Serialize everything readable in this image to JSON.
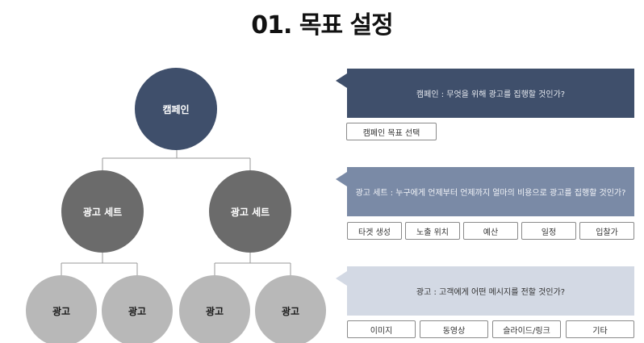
{
  "title": "01. 목표 설정",
  "tree": {
    "campaign": "캠페인",
    "adsets": [
      "광고 세트",
      "광고 세트"
    ],
    "ads": [
      "광고",
      "광고",
      "광고",
      "광고"
    ]
  },
  "panels": [
    {
      "text": "캠페인 : 무엇을 위해 광고를 집행할 것인가?",
      "options": [
        "캠페인 목표 선택"
      ]
    },
    {
      "text": "광고 세트 : 누구에게 언제부터 언제까지 얼마의 비용으로 광고를 집행할 것인가?",
      "options": [
        "타겟 생성",
        "노출 위치",
        "예산",
        "일정",
        "입찰가"
      ]
    },
    {
      "text": "광고 : 고객에게 어떤 메시지를 전할 것인가?",
      "options": [
        "이미지",
        "동영상",
        "슬라이드/링크",
        "기타"
      ]
    }
  ],
  "colors": {
    "campaign": "#3f4f6b",
    "adset": "#6b6b6b",
    "ad": "#b8b8b8",
    "panel_campaign": "#3f4f6b",
    "panel_adset": "#7a8aa6",
    "panel_ad": "#d3d9e4"
  }
}
